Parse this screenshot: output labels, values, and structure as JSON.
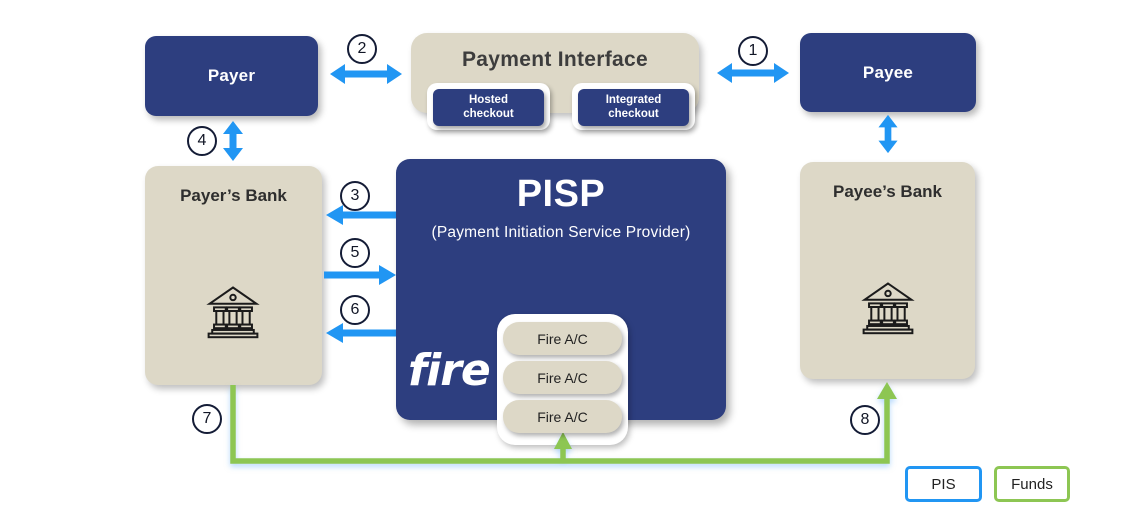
{
  "diagram": {
    "payer": {
      "label": "Payer"
    },
    "payee": {
      "label": "Payee"
    },
    "payment_interface": {
      "title": "Payment Interface",
      "options": [
        "Hosted checkout",
        "Integrated checkout"
      ]
    },
    "payer_bank": {
      "label": "Payer’s Bank"
    },
    "payee_bank": {
      "label": "Payee’s Bank"
    },
    "pisp": {
      "title": "PISP",
      "subtitle": "(Payment Initiation Service Provider)",
      "brand": "fire",
      "accounts": [
        "Fire A/C",
        "Fire A/C",
        "Fire A/C"
      ]
    },
    "steps": [
      "1",
      "2",
      "3",
      "4",
      "5",
      "6",
      "7",
      "8"
    ],
    "legend": [
      {
        "label": "PIS",
        "color": "#2196f3"
      },
      {
        "label": "Funds",
        "color": "#8dc653"
      }
    ],
    "colors": {
      "navy": "#2d3e7f",
      "beige": "#ddd8c7",
      "pis_blue": "#2196f3",
      "funds_green": "#8dc653",
      "background": "#ffffff"
    }
  }
}
